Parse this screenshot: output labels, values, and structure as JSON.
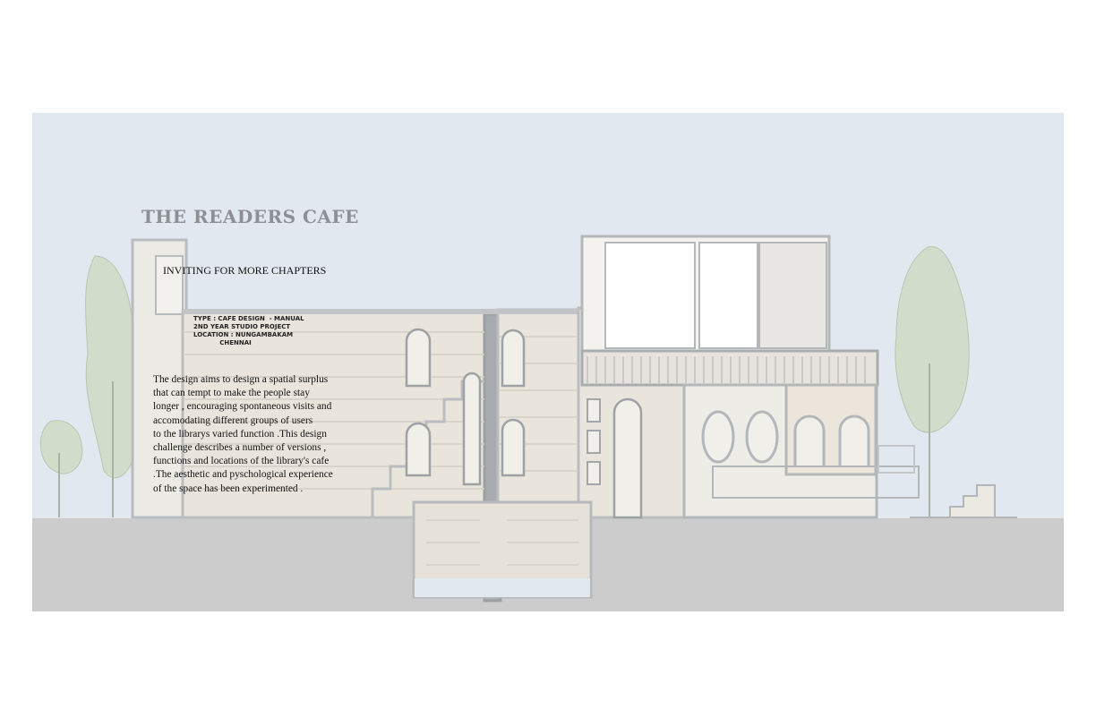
{
  "project": {
    "title": "THE READERS CAFE",
    "subtitle": "INVITING FOR MORE CHAPTERS",
    "meta_lines": [
      "TYPE : CAFE DESIGN  - MANUAL",
      "2ND YEAR STUDIO PROJECT",
      "LOCATION : NUNGAMBAKAM",
      "            CHENNAI"
    ],
    "description_lines": [
      "The design aims to design a spatial surplus",
      "that can tempt to make the people stay",
      "longer , encouraging spontaneous visits and",
      "accomodating different groups of users",
      "to the librarys varied function .This design",
      "challenge describes a number of versions ,",
      "functions and locations of the library's cafe",
      ".The aesthetic and pyschological experience",
      "of the space has been experimented ."
    ]
  },
  "colors": {
    "sky": "#e2e8f0",
    "ground": "#cccccc",
    "line": "#b9bcbf",
    "wall": "#e9e5dc",
    "tree": "#c9d6c1",
    "title": "#8c8f93"
  }
}
